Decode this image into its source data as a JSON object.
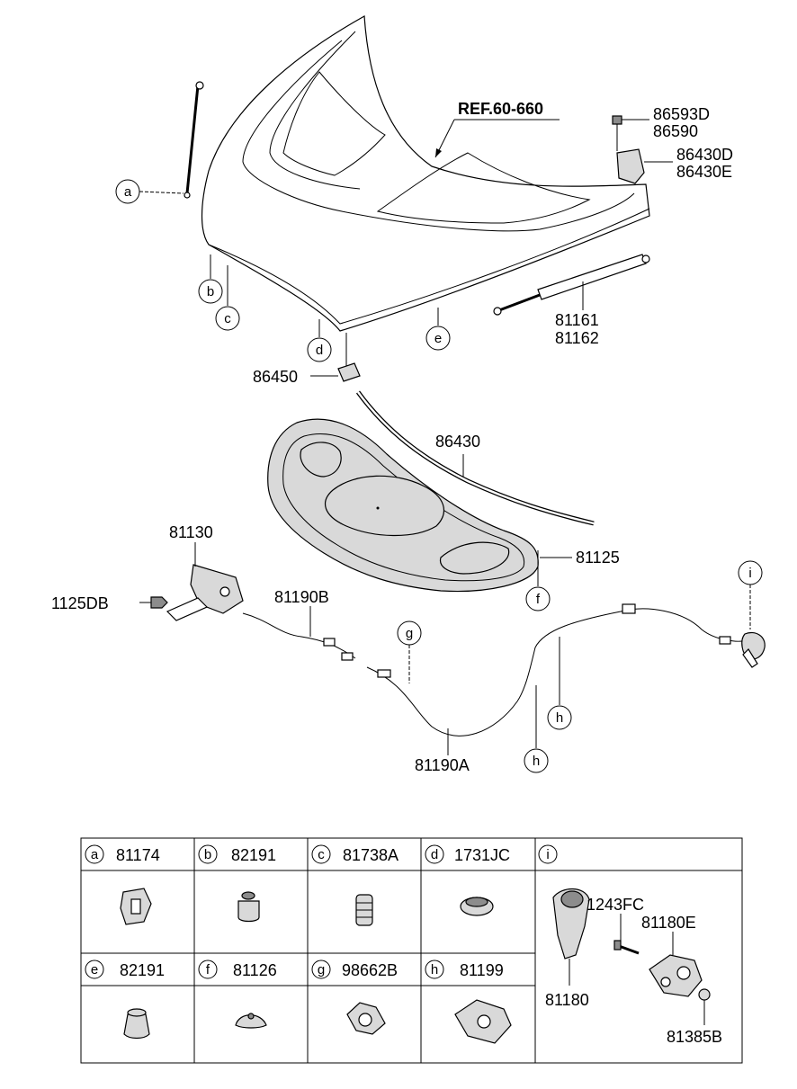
{
  "diagram": {
    "ref_label": "REF.60-660",
    "part_labels": {
      "p86593D": "86593D",
      "p86590": "86590",
      "p86430D": "86430D",
      "p86430E": "86430E",
      "p81161": "81161",
      "p81162": "81162",
      "p86450": "86450",
      "p86430": "86430",
      "p81130": "81130",
      "p81125": "81125",
      "p1125DB": "1125DB",
      "p81190B": "81190B",
      "p81190A": "81190A"
    },
    "callouts": {
      "a": "a",
      "b": "b",
      "c": "c",
      "d": "d",
      "e": "e",
      "f": "f",
      "g": "g",
      "h1": "h",
      "h2": "h",
      "i": "i"
    }
  },
  "legend": {
    "cells": [
      {
        "letter": "a",
        "part": "81174"
      },
      {
        "letter": "b",
        "part": "82191"
      },
      {
        "letter": "c",
        "part": "81738A"
      },
      {
        "letter": "d",
        "part": "1731JC"
      },
      {
        "letter": "e",
        "part": "82191"
      },
      {
        "letter": "f",
        "part": "81126"
      },
      {
        "letter": "g",
        "part": "98662B"
      },
      {
        "letter": "h",
        "part": "81199"
      }
    ],
    "i_cell": {
      "letter": "i",
      "parts": {
        "p1243FC": "1243FC",
        "p81180E": "81180E",
        "p81180": "81180",
        "p81385B": "81385B"
      }
    }
  }
}
